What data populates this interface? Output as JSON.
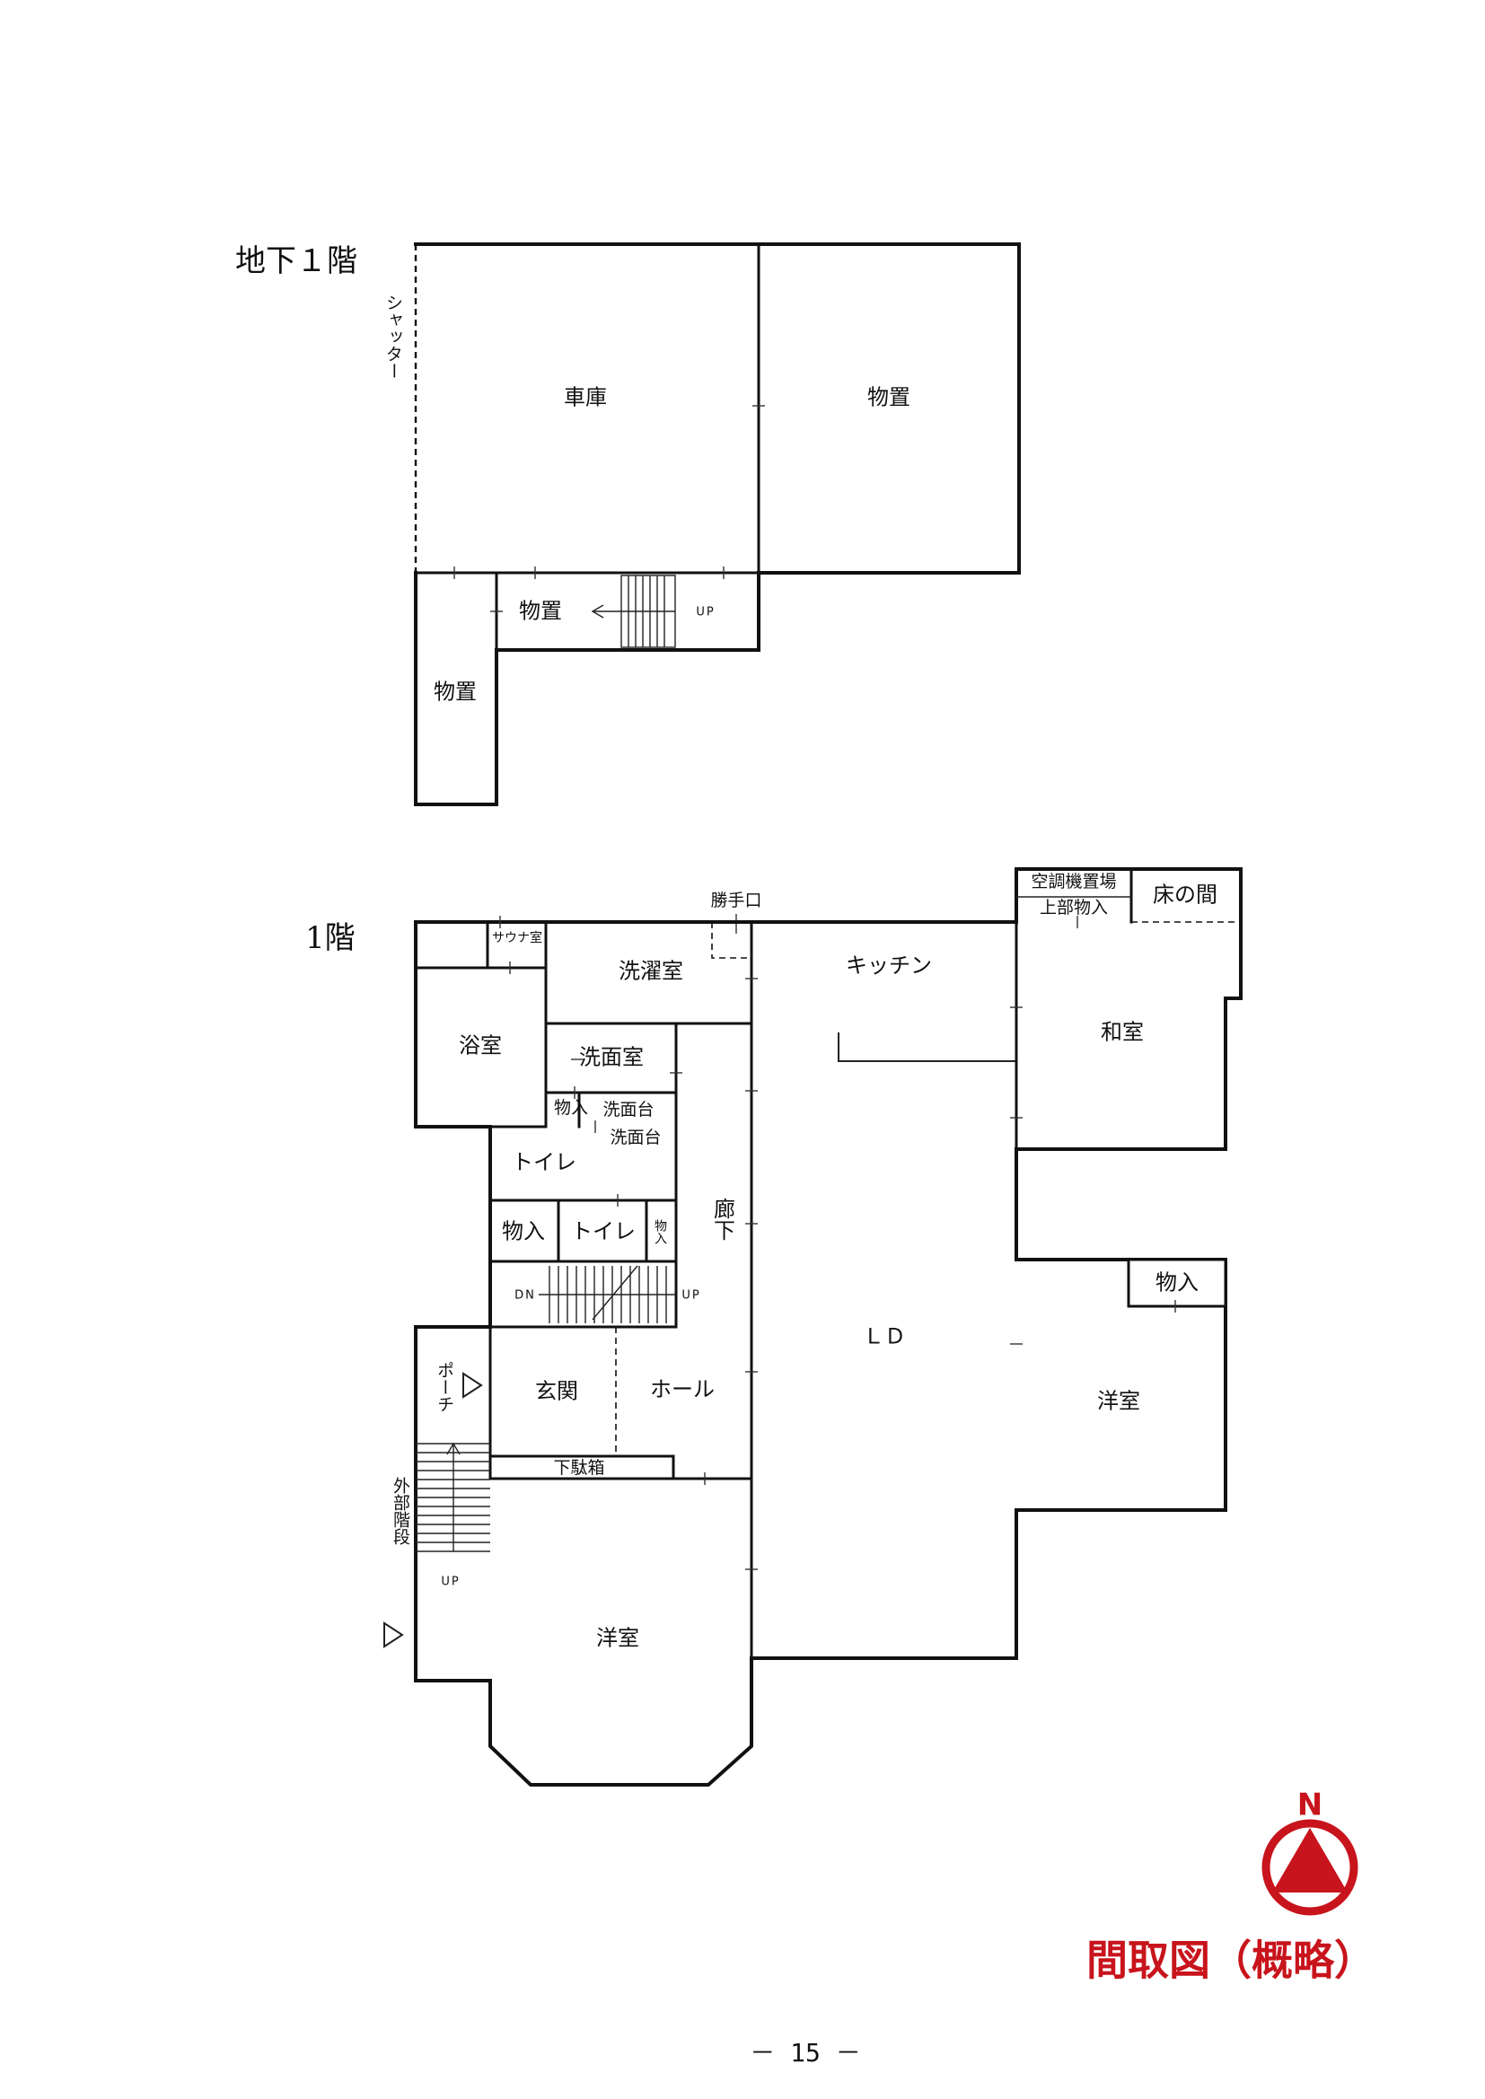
{
  "basement": {
    "title": "地下１階",
    "shutter_label": "シャッター",
    "garage": "車庫",
    "storage_big": "物置",
    "storage_mid": "物置",
    "storage_left": "物置",
    "stair_up": "UP"
  },
  "first_floor": {
    "title": "1階",
    "service_door": "勝手口",
    "sauna": "サウナ室",
    "laundry": "洗濯室",
    "kitchen": "キッチン",
    "ac_space": "空調機置場",
    "upper_storage": "上部物入",
    "tokonoma": "床の間",
    "bath": "浴室",
    "washroom": "洗面室",
    "japanese_room": "和室",
    "closet_small": "物入",
    "vanity_1": "洗面台",
    "vanity_2": "洗面台",
    "toilet_1": "トイレ",
    "corridor": "廊下",
    "closet_left": "物入",
    "toilet_2": "トイレ",
    "closet_narrow": "物入",
    "closet_right": "物入",
    "stair_down": "DN",
    "stair_up": "UP",
    "ld": "ＬＤ",
    "porch": "ポーチ",
    "entrance": "玄関",
    "hall": "ホール",
    "western_room_right": "洋室",
    "shoe_cabinet": "下駄箱",
    "external_stairs": "外部階段",
    "ext_stair_up": "UP",
    "western_room_bottom": "洋室"
  },
  "compass": {
    "north": "N",
    "color": "#c8141c"
  },
  "caption": "間取図（概略）",
  "page_number": "－ 15 －"
}
